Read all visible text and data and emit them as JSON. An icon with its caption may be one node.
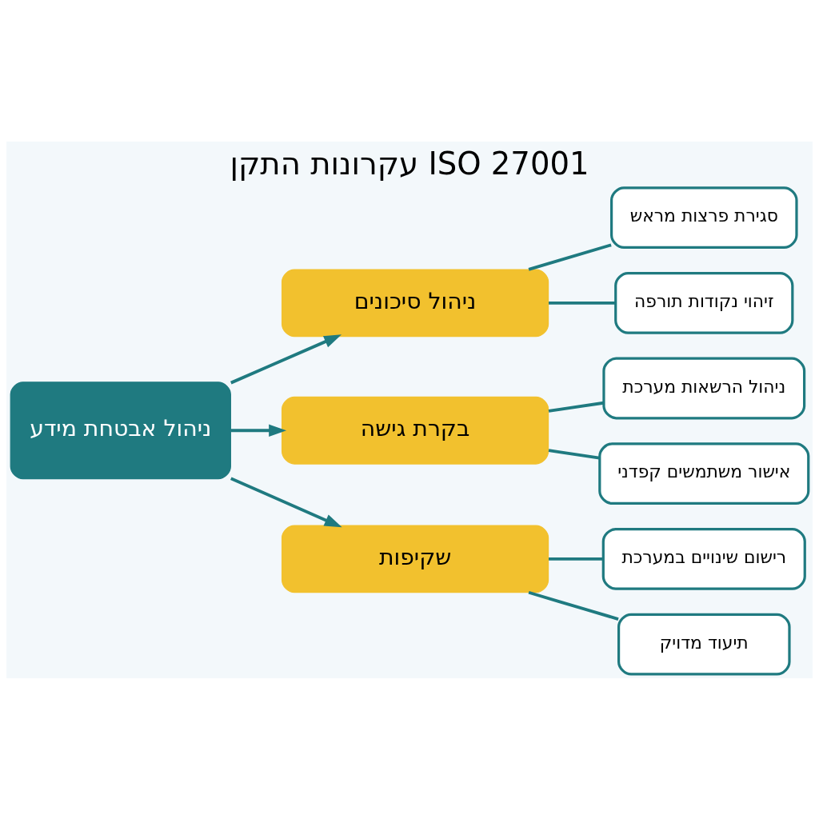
{
  "diagram": {
    "title": "עקרונות התקן ISO 27001",
    "nodes": [
      {
        "text": [
          "ניהול אבטחת מידע"
        ]
      },
      {
        "text": [
          "ניהול סיכונים"
        ]
      },
      {
        "text": [
          "סגירת פרצות מראש"
        ]
      },
      {
        "text": [
          "זיהוי נקודות תורפה"
        ]
      },
      {
        "text": [
          "בקרת גישה"
        ]
      },
      {
        "text": [
          "ניהול הרשאות מערכת"
        ]
      },
      {
        "text": [
          "אישור משתמשים קפדני"
        ]
      },
      {
        "text": [
          "שקיפות"
        ]
      },
      {
        "text": [
          "רישום שינויים במערכת"
        ]
      },
      {
        "text": [
          "תיעוד מדויק"
        ]
      }
    ],
    "edges": [
      {
        "from": 0,
        "to": 1,
        "arrow": "to"
      },
      {
        "from": 0,
        "to": 4,
        "arrow": "to"
      },
      {
        "from": 0,
        "to": 7,
        "arrow": "to"
      },
      {
        "from": 1,
        "to": 2,
        "arrow": "none"
      },
      {
        "from": 1,
        "to": 3,
        "arrow": "none"
      },
      {
        "from": 4,
        "to": 5,
        "arrow": "none"
      },
      {
        "from": 4,
        "to": 6,
        "arrow": "none"
      },
      {
        "from": 7,
        "to": 8,
        "arrow": "none"
      },
      {
        "from": 7,
        "to": 9,
        "arrow": "none"
      }
    ]
  }
}
